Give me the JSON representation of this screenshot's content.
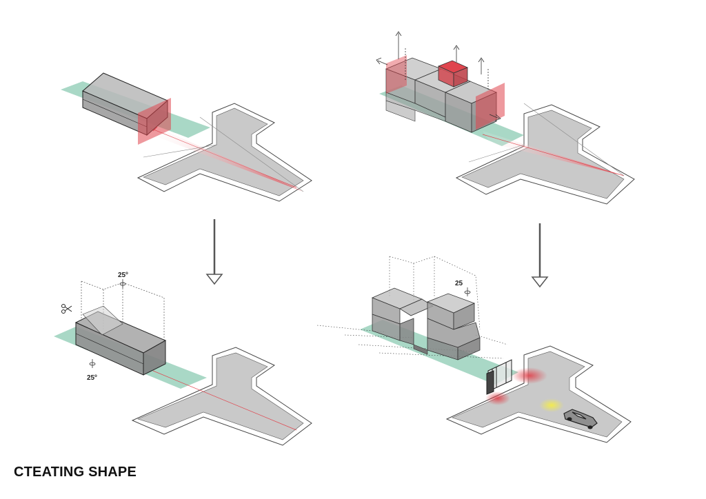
{
  "caption": "CTEATING SHAPE",
  "angle_labels": {
    "p3_top": "25",
    "p3_bottom": "25",
    "p4_top": "25",
    "degree_mark": "o"
  },
  "icons": {
    "scissors": "scissors-icon",
    "car": "car-icon",
    "flow_arrow": "down-arrow-icon"
  },
  "colors": {
    "road": "#c9c9c9",
    "sidewalk": "#ffffff",
    "green": "#a9d8c6",
    "volume": "#9a9a9a",
    "view_red": "#e0454e",
    "view_yellow": "#f2ea50"
  }
}
